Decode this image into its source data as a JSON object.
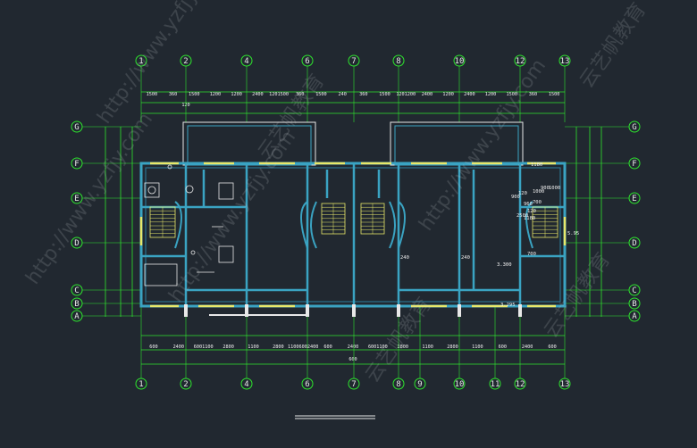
{
  "drawing": {
    "grid_axes_vertical": [
      "1",
      "2",
      "4",
      "6",
      "7",
      "8",
      "10",
      "12",
      "13"
    ],
    "grid_axes_vertical_bottom": [
      "1",
      "2",
      "4",
      "6",
      "7",
      "8",
      "9",
      "10",
      "11",
      "12",
      "13"
    ],
    "grid_axes_horizontal": [
      "G",
      "F",
      "E",
      "D",
      "C",
      "B",
      "A"
    ],
    "top_dimensions": [
      "1500",
      "360",
      "1500",
      "1200",
      "1200",
      "2400",
      "1201500",
      "360",
      "1500",
      "240",
      "360",
      "1500",
      "1201200",
      "2400",
      "1200",
      "2400",
      "1200",
      "1500",
      "360",
      "1500"
    ],
    "top_dimension_extra": "120",
    "bottom_dimensions": [
      "600",
      "2400",
      "6001100",
      "2800",
      "1100",
      "2800",
      "11006002400",
      "600",
      "2400",
      "6001100",
      "2800",
      "1100",
      "2800",
      "1100",
      "600",
      "2400",
      "600"
    ],
    "bottom_total": "600",
    "room_labels": [
      "240",
      "240",
      "3.300",
      "3.295",
      "5.95",
      "900",
      "1180",
      "2500",
      "1180",
      "1000",
      "700",
      "1000",
      "120",
      "700",
      "900",
      "120",
      "960"
    ],
    "colors": {
      "background": "#212830",
      "wall": "#3aa3c2",
      "wall_fill": "#2c7fa0",
      "dimension": "#2ee52e",
      "grid_circle": "#2ee52e",
      "window": "#e8e86a",
      "stair": "#e8e86a",
      "text": "#f0f0f0"
    },
    "watermark_texts": [
      "http://www.yzfjy.com",
      "云艺帆教育"
    ]
  }
}
